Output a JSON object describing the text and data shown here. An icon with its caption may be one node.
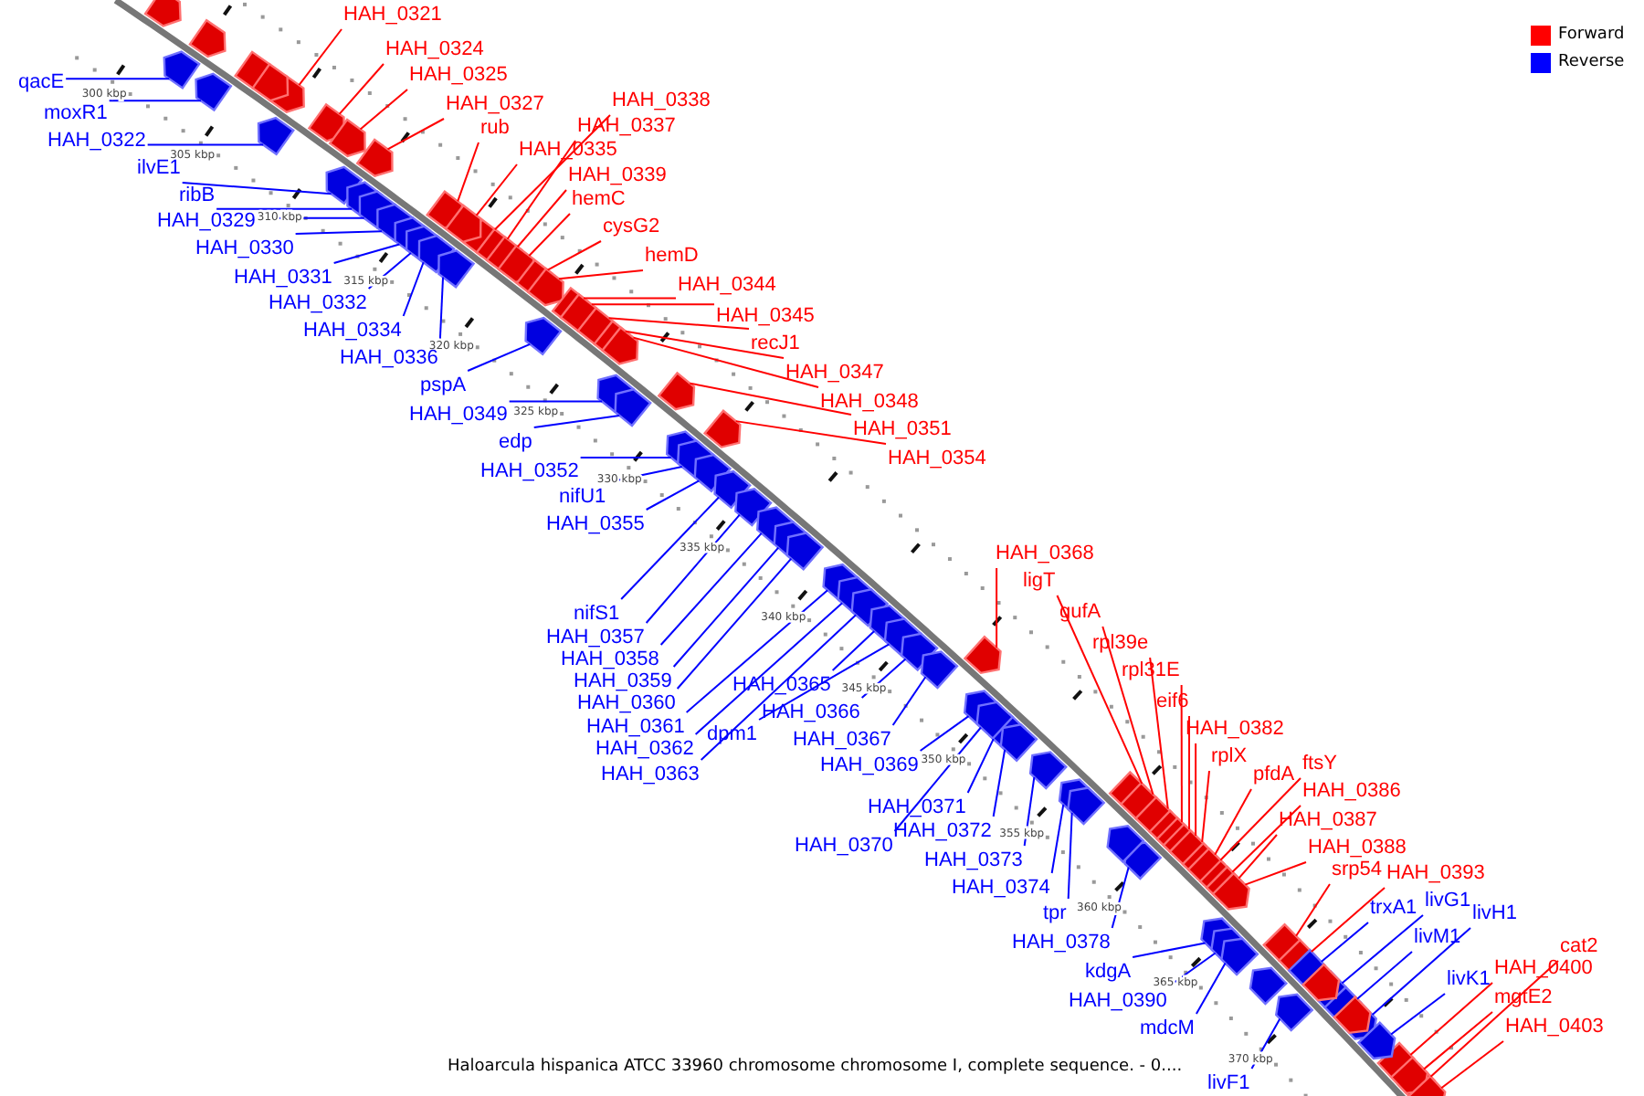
{
  "diagram": {
    "caption": "Haloarcula hispanica ATCC 33960 chromosome chromosome I, complete sequence. - 0....",
    "nodes": [
      {
        "text": [
          "HAH_0321"
        ]
      },
      {
        "text": [
          "HAH_0324"
        ]
      },
      {
        "text": [
          "HAH_0325"
        ]
      },
      {
        "text": [
          "HAH_0327"
        ]
      },
      {
        "text": [
          "HAH_0338"
        ]
      },
      {
        "text": [
          "HAH_0337"
        ]
      },
      {
        "text": [
          "rub"
        ]
      },
      {
        "text": [
          "HAH_0335"
        ]
      },
      {
        "text": [
          "HAH_0339"
        ]
      },
      {
        "text": [
          "hemC"
        ]
      },
      {
        "text": [
          "cysG2"
        ]
      },
      {
        "text": [
          "hemD"
        ]
      },
      {
        "text": [
          "HAH_0344"
        ]
      },
      {
        "text": [
          "HAH_0345"
        ]
      },
      {
        "text": [
          "recJ1"
        ]
      },
      {
        "text": [
          "HAH_0347"
        ]
      },
      {
        "text": [
          "HAH_0348"
        ]
      },
      {
        "text": [
          "HAH_0351"
        ]
      },
      {
        "text": [
          "HAH_0354"
        ]
      },
      {
        "text": [
          "HAH_0368"
        ]
      },
      {
        "text": [
          "ligT"
        ]
      },
      {
        "text": [
          "gufA"
        ]
      },
      {
        "text": [
          "rpl39e"
        ]
      },
      {
        "text": [
          "rpl31E"
        ]
      },
      {
        "text": [
          "eif6"
        ]
      },
      {
        "text": [
          "HAH_0382"
        ]
      },
      {
        "text": [
          "rplX"
        ]
      },
      {
        "text": [
          "pfdA"
        ]
      },
      {
        "text": [
          "ftsY"
        ]
      },
      {
        "text": [
          "HAH_0386"
        ]
      },
      {
        "text": [
          "HAH_0387"
        ]
      },
      {
        "text": [
          "HAH_0388"
        ]
      },
      {
        "text": [
          "srp54"
        ]
      },
      {
        "text": [
          "HAH_0393"
        ]
      },
      {
        "text": [
          "cat2"
        ]
      },
      {
        "text": [
          "HAH_0400"
        ]
      },
      {
        "text": [
          "mgtE2"
        ]
      },
      {
        "text": [
          "HAH_0403"
        ]
      },
      {
        "text": [
          "qacE"
        ]
      },
      {
        "text": [
          "moxR1"
        ]
      },
      {
        "text": [
          "HAH_0322"
        ]
      },
      {
        "text": [
          "ilvE1"
        ]
      },
      {
        "text": [
          "ribB"
        ]
      },
      {
        "text": [
          "HAH_0329"
        ]
      },
      {
        "text": [
          "HAH_0330"
        ]
      },
      {
        "text": [
          "HAH_0331"
        ]
      },
      {
        "text": [
          "HAH_0332"
        ]
      },
      {
        "text": [
          "HAH_0334"
        ]
      },
      {
        "text": [
          "HAH_0336"
        ]
      },
      {
        "text": [
          "pspA"
        ]
      },
      {
        "text": [
          "HAH_0349"
        ]
      },
      {
        "text": [
          "edp"
        ]
      },
      {
        "text": [
          "HAH_0352"
        ]
      },
      {
        "text": [
          "nifU1"
        ]
      },
      {
        "text": [
          "HAH_0355"
        ]
      },
      {
        "text": [
          "nifS1"
        ]
      },
      {
        "text": [
          "HAH_0357"
        ]
      },
      {
        "text": [
          "HAH_0358"
        ]
      },
      {
        "text": [
          "HAH_0359"
        ]
      },
      {
        "text": [
          "HAH_0360"
        ]
      },
      {
        "text": [
          "HAH_0361"
        ]
      },
      {
        "text": [
          "HAH_0362"
        ]
      },
      {
        "text": [
          "HAH_0363"
        ]
      },
      {
        "text": [
          "HAH_0365"
        ]
      },
      {
        "text": [
          "dpm1"
        ]
      },
      {
        "text": [
          "HAH_0366"
        ]
      },
      {
        "text": [
          "HAH_0367"
        ]
      },
      {
        "text": [
          "HAH_0369"
        ]
      },
      {
        "text": [
          "HAH_0371"
        ]
      },
      {
        "text": [
          "HAH_0372"
        ]
      },
      {
        "text": [
          "HAH_0370"
        ]
      },
      {
        "text": [
          "HAH_0373"
        ]
      },
      {
        "text": [
          "HAH_0374"
        ]
      },
      {
        "text": [
          "tpr"
        ]
      },
      {
        "text": [
          "HAH_0378"
        ]
      },
      {
        "text": [
          "kdgA"
        ]
      },
      {
        "text": [
          "HAH_0390"
        ]
      },
      {
        "text": [
          "mdcM"
        ]
      },
      {
        "text": [
          "livF1"
        ]
      },
      {
        "text": [
          "trxA1"
        ]
      },
      {
        "text": [
          "livG1"
        ]
      },
      {
        "text": [
          "livH1"
        ]
      },
      {
        "text": [
          "livM1"
        ]
      },
      {
        "text": [
          "livK1"
        ]
      },
      {
        "text": [],
        "shape": "arrow"
      },
      {
        "text": [],
        "shape": "arrow"
      },
      {
        "text": [],
        "shape": "arrow"
      },
      {
        "text": [],
        "shape": "arrow"
      },
      {
        "text": [],
        "shape": "arrow"
      },
      {
        "text": [],
        "shape": "arrow"
      },
      {
        "text": [],
        "shape": "arrow"
      },
      {
        "text": [],
        "shape": "arrow"
      },
      {
        "text": [],
        "shape": "arrow"
      },
      {
        "text": [],
        "shape": "arrow"
      },
      {
        "text": [],
        "shape": "arrow"
      },
      {
        "text": [],
        "shape": "arrow"
      },
      {
        "text": [],
        "shape": "arrow"
      },
      {
        "text": [],
        "shape": "arrow"
      },
      {
        "text": [],
        "shape": "arrow"
      },
      {
        "text": [],
        "shape": "arrow"
      },
      {
        "text": [],
        "shape": "arrow"
      },
      {
        "text": [],
        "shape": "arrow"
      },
      {
        "text": [],
        "shape": "arrow"
      },
      {
        "text": [],
        "shape": "arrow"
      },
      {
        "text": [],
        "shape": "arrow"
      },
      {
        "text": [],
        "shape": "arrow"
      },
      {
        "text": [],
        "shape": "arrow"
      },
      {
        "text": [],
        "shape": "arrow"
      },
      {
        "text": [],
        "shape": "arrow"
      },
      {
        "text": [],
        "shape": "arrow"
      },
      {
        "text": [],
        "shape": "arrow"
      },
      {
        "text": [],
        "shape": "arrow"
      },
      {
        "text": [],
        "shape": "arrow"
      },
      {
        "text": [],
        "shape": "arrow"
      },
      {
        "text": [],
        "shape": "arrow"
      },
      {
        "text": [],
        "shape": "arrow"
      },
      {
        "text": [],
        "shape": "arrow"
      },
      {
        "text": [],
        "shape": "arrow"
      },
      {
        "text": [],
        "shape": "arrow"
      },
      {
        "text": [],
        "shape": "arrow"
      },
      {
        "text": [],
        "shape": "arrow"
      },
      {
        "text": [],
        "shape": "arrow"
      },
      {
        "text": [],
        "shape": "arrow"
      },
      {
        "text": [],
        "shape": "arrow"
      },
      {
        "text": [],
        "shape": "arrow"
      },
      {
        "text": [],
        "shape": "arrow"
      },
      {
        "text": [],
        "shape": "arrow"
      },
      {
        "text": [],
        "shape": "arrow"
      },
      {
        "text": [],
        "shape": "arrow"
      },
      {
        "text": [],
        "shape": "arrow"
      },
      {
        "text": [],
        "shape": "arrow"
      },
      {
        "text": [],
        "shape": "arrow"
      },
      {
        "text": [],
        "shape": "arrow"
      },
      {
        "text": [],
        "shape": "arrow"
      },
      {
        "text": [],
        "shape": "arrow"
      },
      {
        "text": [],
        "shape": "arrow"
      },
      {
        "text": [],
        "shape": "arrow"
      },
      {
        "text": [],
        "shape": "arrow"
      },
      {
        "text": [],
        "shape": "arrow"
      },
      {
        "text": [],
        "shape": "arrow"
      },
      {
        "text": [],
        "shape": "arrow"
      },
      {
        "text": [],
        "shape": "arrow"
      },
      {
        "text": [],
        "shape": "arrow"
      },
      {
        "text": [],
        "shape": "arrow"
      },
      {
        "text": [],
        "shape": "arrow"
      },
      {
        "text": [],
        "shape": "arrow"
      },
      {
        "text": [],
        "shape": "arrow"
      },
      {
        "text": [],
        "shape": "arrow"
      },
      {
        "text": [],
        "shape": "arrow"
      },
      {
        "text": [],
        "shape": "arrow"
      },
      {
        "text": [],
        "shape": "arrow"
      },
      {
        "text": [],
        "shape": "arrow"
      },
      {
        "text": [],
        "shape": "arrow"
      },
      {
        "text": [],
        "shape": "arrow"
      },
      {
        "text": [],
        "shape": "arrow"
      },
      {
        "text": [],
        "shape": "arrow"
      },
      {
        "text": [],
        "shape": "arrow"
      },
      {
        "text": [],
        "shape": "arrow"
      },
      {
        "text": [],
        "shape": "arrow"
      },
      {
        "text": [],
        "shape": "arrow"
      },
      {
        "text": [],
        "shape": "arrow"
      },
      {
        "text": [],
        "shape": "arrow"
      },
      {
        "text": [],
        "shape": "arrow"
      },
      {
        "text": [],
        "shape": "arrow"
      },
      {
        "text": [],
        "shape": "arrow"
      },
      {
        "text": [],
        "shape": "arrow"
      },
      {
        "text": [],
        "shape": "arrow"
      },
      {
        "text": [],
        "shape": "arrow"
      },
      {
        "text": [],
        "shape": "arrow"
      },
      {
        "text": [],
        "shape": "arrow"
      },
      {
        "text": [],
        "shape": "arrow"
      },
      {
        "text": [],
        "shape": "arrow"
      },
      {
        "text": [],
        "shape": "arrow"
      },
      {
        "text": [],
        "shape": "arrow"
      },
      {
        "text": [],
        "shape": "arrow"
      },
      {
        "text": [],
        "shape": "arrow"
      }
    ],
    "edges": [
      {
        "from": 0,
        "to": 84,
        "arrow": "none",
        "color": "#ff0000"
      },
      {
        "from": 1,
        "to": 85,
        "arrow": "none",
        "color": "#ff0000"
      },
      {
        "from": 2,
        "to": 86,
        "arrow": "none",
        "color": "#ff0000"
      },
      {
        "from": 3,
        "to": 87,
        "arrow": "none",
        "color": "#ff0000"
      },
      {
        "from": 4,
        "to": 88,
        "arrow": "none",
        "color": "#ff0000"
      },
      {
        "from": 5,
        "to": 89,
        "arrow": "none",
        "color": "#ff0000"
      },
      {
        "from": 6,
        "to": 90,
        "arrow": "none",
        "color": "#ff0000"
      },
      {
        "from": 7,
        "to": 91,
        "arrow": "none",
        "color": "#ff0000"
      },
      {
        "from": 8,
        "to": 92,
        "arrow": "none",
        "color": "#ff0000"
      },
      {
        "from": 9,
        "to": 93,
        "arrow": "none",
        "color": "#ff0000"
      },
      {
        "from": 10,
        "to": 94,
        "arrow": "none",
        "color": "#ff0000"
      },
      {
        "from": 11,
        "to": 95,
        "arrow": "none",
        "color": "#ff0000"
      },
      {
        "from": 12,
        "to": 96,
        "arrow": "none",
        "color": "#ff0000"
      },
      {
        "from": 13,
        "to": 97,
        "arrow": "none",
        "color": "#ff0000"
      },
      {
        "from": 14,
        "to": 98,
        "arrow": "none",
        "color": "#ff0000"
      },
      {
        "from": 15,
        "to": 99,
        "arrow": "none",
        "color": "#ff0000"
      },
      {
        "from": 16,
        "to": 100,
        "arrow": "none",
        "color": "#ff0000"
      },
      {
        "from": 17,
        "to": 101,
        "arrow": "none",
        "color": "#ff0000"
      },
      {
        "from": 18,
        "to": 102,
        "arrow": "none",
        "color": "#ff0000"
      },
      {
        "from": 19,
        "to": 103,
        "arrow": "none",
        "color": "#ff0000"
      },
      {
        "from": 20,
        "to": 104,
        "arrow": "none",
        "color": "#ff0000"
      },
      {
        "from": 21,
        "to": 105,
        "arrow": "none",
        "color": "#ff0000"
      },
      {
        "from": 22,
        "to": 106,
        "arrow": "none",
        "color": "#ff0000"
      },
      {
        "from": 23,
        "to": 107,
        "arrow": "none",
        "color": "#ff0000"
      },
      {
        "from": 24,
        "to": 108,
        "arrow": "none",
        "color": "#ff0000"
      },
      {
        "from": 25,
        "to": 109,
        "arrow": "none",
        "color": "#ff0000"
      },
      {
        "from": 26,
        "to": 110,
        "arrow": "none",
        "color": "#ff0000"
      },
      {
        "from": 27,
        "to": 111,
        "arrow": "none",
        "color": "#ff0000"
      },
      {
        "from": 28,
        "to": 112,
        "arrow": "none",
        "color": "#ff0000"
      },
      {
        "from": 29,
        "to": 113,
        "arrow": "none",
        "color": "#ff0000"
      },
      {
        "from": 30,
        "to": 114,
        "arrow": "none",
        "color": "#ff0000"
      },
      {
        "from": 31,
        "to": 115,
        "arrow": "none",
        "color": "#ff0000"
      },
      {
        "from": 32,
        "to": 116,
        "arrow": "none",
        "color": "#ff0000"
      },
      {
        "from": 33,
        "to": 117,
        "arrow": "none",
        "color": "#ff0000"
      },
      {
        "from": 34,
        "to": 118,
        "arrow": "none",
        "color": "#ff0000"
      },
      {
        "from": 35,
        "to": 119,
        "arrow": "none",
        "color": "#ff0000"
      },
      {
        "from": 36,
        "to": 120,
        "arrow": "none",
        "color": "#ff0000"
      },
      {
        "from": 37,
        "to": 121,
        "arrow": "none",
        "color": "#ff0000"
      },
      {
        "from": 38,
        "to": 122,
        "arrow": "none"
      },
      {
        "from": 39,
        "to": 123,
        "arrow": "none"
      },
      {
        "from": 40,
        "to": 124,
        "arrow": "none"
      },
      {
        "from": 41,
        "to": 125,
        "arrow": "none"
      },
      {
        "from": 42,
        "to": 126,
        "arrow": "none"
      },
      {
        "from": 43,
        "to": 127,
        "arrow": "none"
      },
      {
        "from": 44,
        "to": 128,
        "arrow": "none"
      },
      {
        "from": 45,
        "to": 129,
        "arrow": "none"
      },
      {
        "from": 46,
        "to": 130,
        "arrow": "none"
      },
      {
        "from": 47,
        "to": 131,
        "arrow": "none"
      },
      {
        "from": 48,
        "to": 132,
        "arrow": "none"
      },
      {
        "from": 49,
        "to": 133,
        "arrow": "none"
      },
      {
        "from": 50,
        "to": 134,
        "arrow": "none"
      },
      {
        "from": 51,
        "to": 135,
        "arrow": "none"
      },
      {
        "from": 52,
        "to": 136,
        "arrow": "none"
      },
      {
        "from": 53,
        "to": 137,
        "arrow": "none"
      },
      {
        "from": 54,
        "to": 138,
        "arrow": "none"
      },
      {
        "from": 55,
        "to": 139,
        "arrow": "none"
      },
      {
        "from": 56,
        "to": 140,
        "arrow": "none"
      },
      {
        "from": 57,
        "to": 141,
        "arrow": "none"
      },
      {
        "from": 58,
        "to": 142,
        "arrow": "none"
      },
      {
        "from": 59,
        "to": 143,
        "arrow": "none"
      },
      {
        "from": 60,
        "to": 144,
        "arrow": "none"
      },
      {
        "from": 61,
        "to": 145,
        "arrow": "none"
      },
      {
        "from": 62,
        "to": 146,
        "arrow": "none"
      },
      {
        "from": 63,
        "to": 147,
        "arrow": "none"
      },
      {
        "from": 64,
        "to": 148,
        "arrow": "none"
      },
      {
        "from": 65,
        "to": 149,
        "arrow": "none"
      },
      {
        "from": 66,
        "to": 150,
        "arrow": "none"
      },
      {
        "from": 67,
        "to": 151,
        "arrow": "none"
      },
      {
        "from": 68,
        "to": 152,
        "arrow": "none"
      },
      {
        "from": 69,
        "to": 153,
        "arrow": "none"
      },
      {
        "from": 70,
        "to": 154,
        "arrow": "none"
      },
      {
        "from": 71,
        "to": 155,
        "arrow": "none"
      },
      {
        "from": 72,
        "to": 156,
        "arrow": "none"
      },
      {
        "from": 73,
        "to": 157,
        "arrow": "none"
      },
      {
        "from": 74,
        "to": 158,
        "arrow": "none"
      },
      {
        "from": 75,
        "to": 159,
        "arrow": "none"
      },
      {
        "from": 76,
        "to": 160,
        "arrow": "none"
      },
      {
        "from": 77,
        "to": 161,
        "arrow": "none"
      },
      {
        "from": 78,
        "to": 162,
        "arrow": "none"
      },
      {
        "from": 79,
        "to": 163,
        "arrow": "none"
      },
      {
        "from": 80,
        "to": 164,
        "arrow": "none"
      },
      {
        "from": 81,
        "to": 165,
        "arrow": "none"
      },
      {
        "from": 82,
        "to": 166,
        "arrow": "none"
      },
      {
        "from": 83,
        "to": 167,
        "arrow": "none"
      }
    ],
    "labels": [
      "300 kbp",
      "305 kbp",
      "310 kbp",
      "315 kbp",
      "320 kbp",
      "325 kbp",
      "330 kbp",
      "335 kbp",
      "340 kbp",
      "345 kbp",
      "350 kbp",
      "355 kbp",
      "360 kbp",
      "365 kbp",
      "370 kbp"
    ],
    "legend": [
      {
        "text": "Forward",
        "color": "#ff0000"
      },
      {
        "text": "Reverse",
        "color": "#0000ff"
      }
    ]
  }
}
